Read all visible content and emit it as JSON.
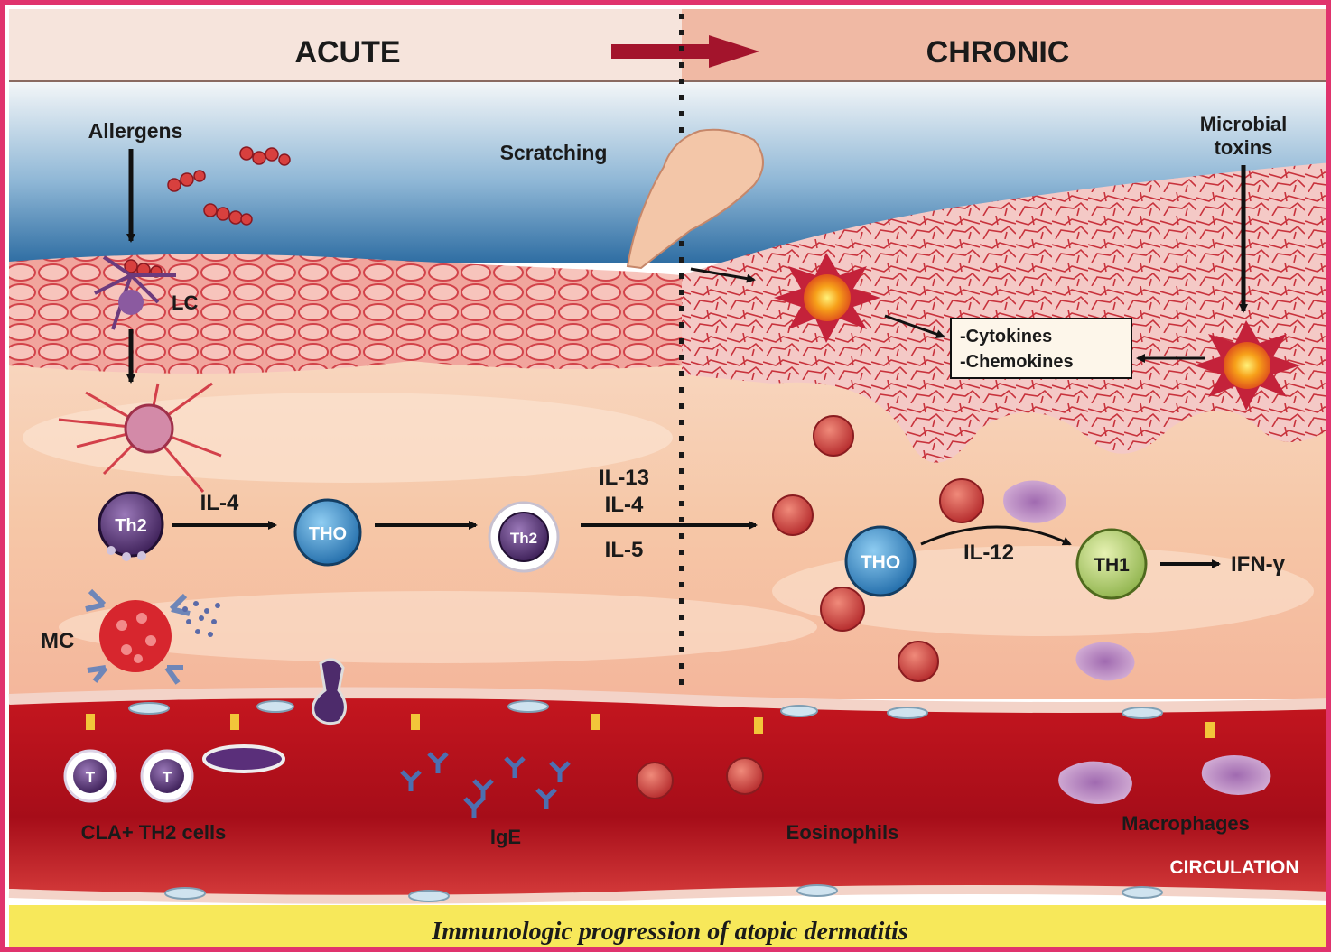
{
  "header": {
    "acute": "ACUTE",
    "chronic": "CHRONIC"
  },
  "labels": {
    "allergens": "Allergens",
    "scratching": "Scratching",
    "microbial_line1": "Microbial",
    "microbial_line2": "toxins",
    "lc": "LC",
    "mc": "MC",
    "cytokines": "-Cytokines",
    "chemokines": "-Chemokines",
    "il4_left": "IL-4",
    "il13": "IL-13",
    "il4_mid": "IL-4",
    "il5": "IL-5",
    "il12": "IL-12",
    "ifn": "IFN-γ",
    "cla_cells": "CLA+ TH2 cells",
    "ige": "IgE",
    "eosinophils": "Eosinophils",
    "macrophages": "Macrophages",
    "circulation": "CIRCULATION"
  },
  "cells": {
    "th2_a": "Th2",
    "tho_a": "THO",
    "th2_b": "Th2",
    "tho_b": "THO",
    "th1": "TH1",
    "t1": "T",
    "t2": "T"
  },
  "caption": "Immunologic progression of atopic dermatitis",
  "colors": {
    "border": "#e0336d",
    "acute_header": "#f6e4dc",
    "chronic_header": "#f0b9a4",
    "sky": "#4a86b8",
    "dermis": "#f6cdb0",
    "epidermis": "#e98b86",
    "vessel": "#b3101d",
    "caption_bg": "#f7e85a",
    "arrow_red": "#a3142c",
    "tho_blue": "#2f7fc1",
    "th1_green": "#a8c85a",
    "th2_purple": "#4d2b6b"
  }
}
